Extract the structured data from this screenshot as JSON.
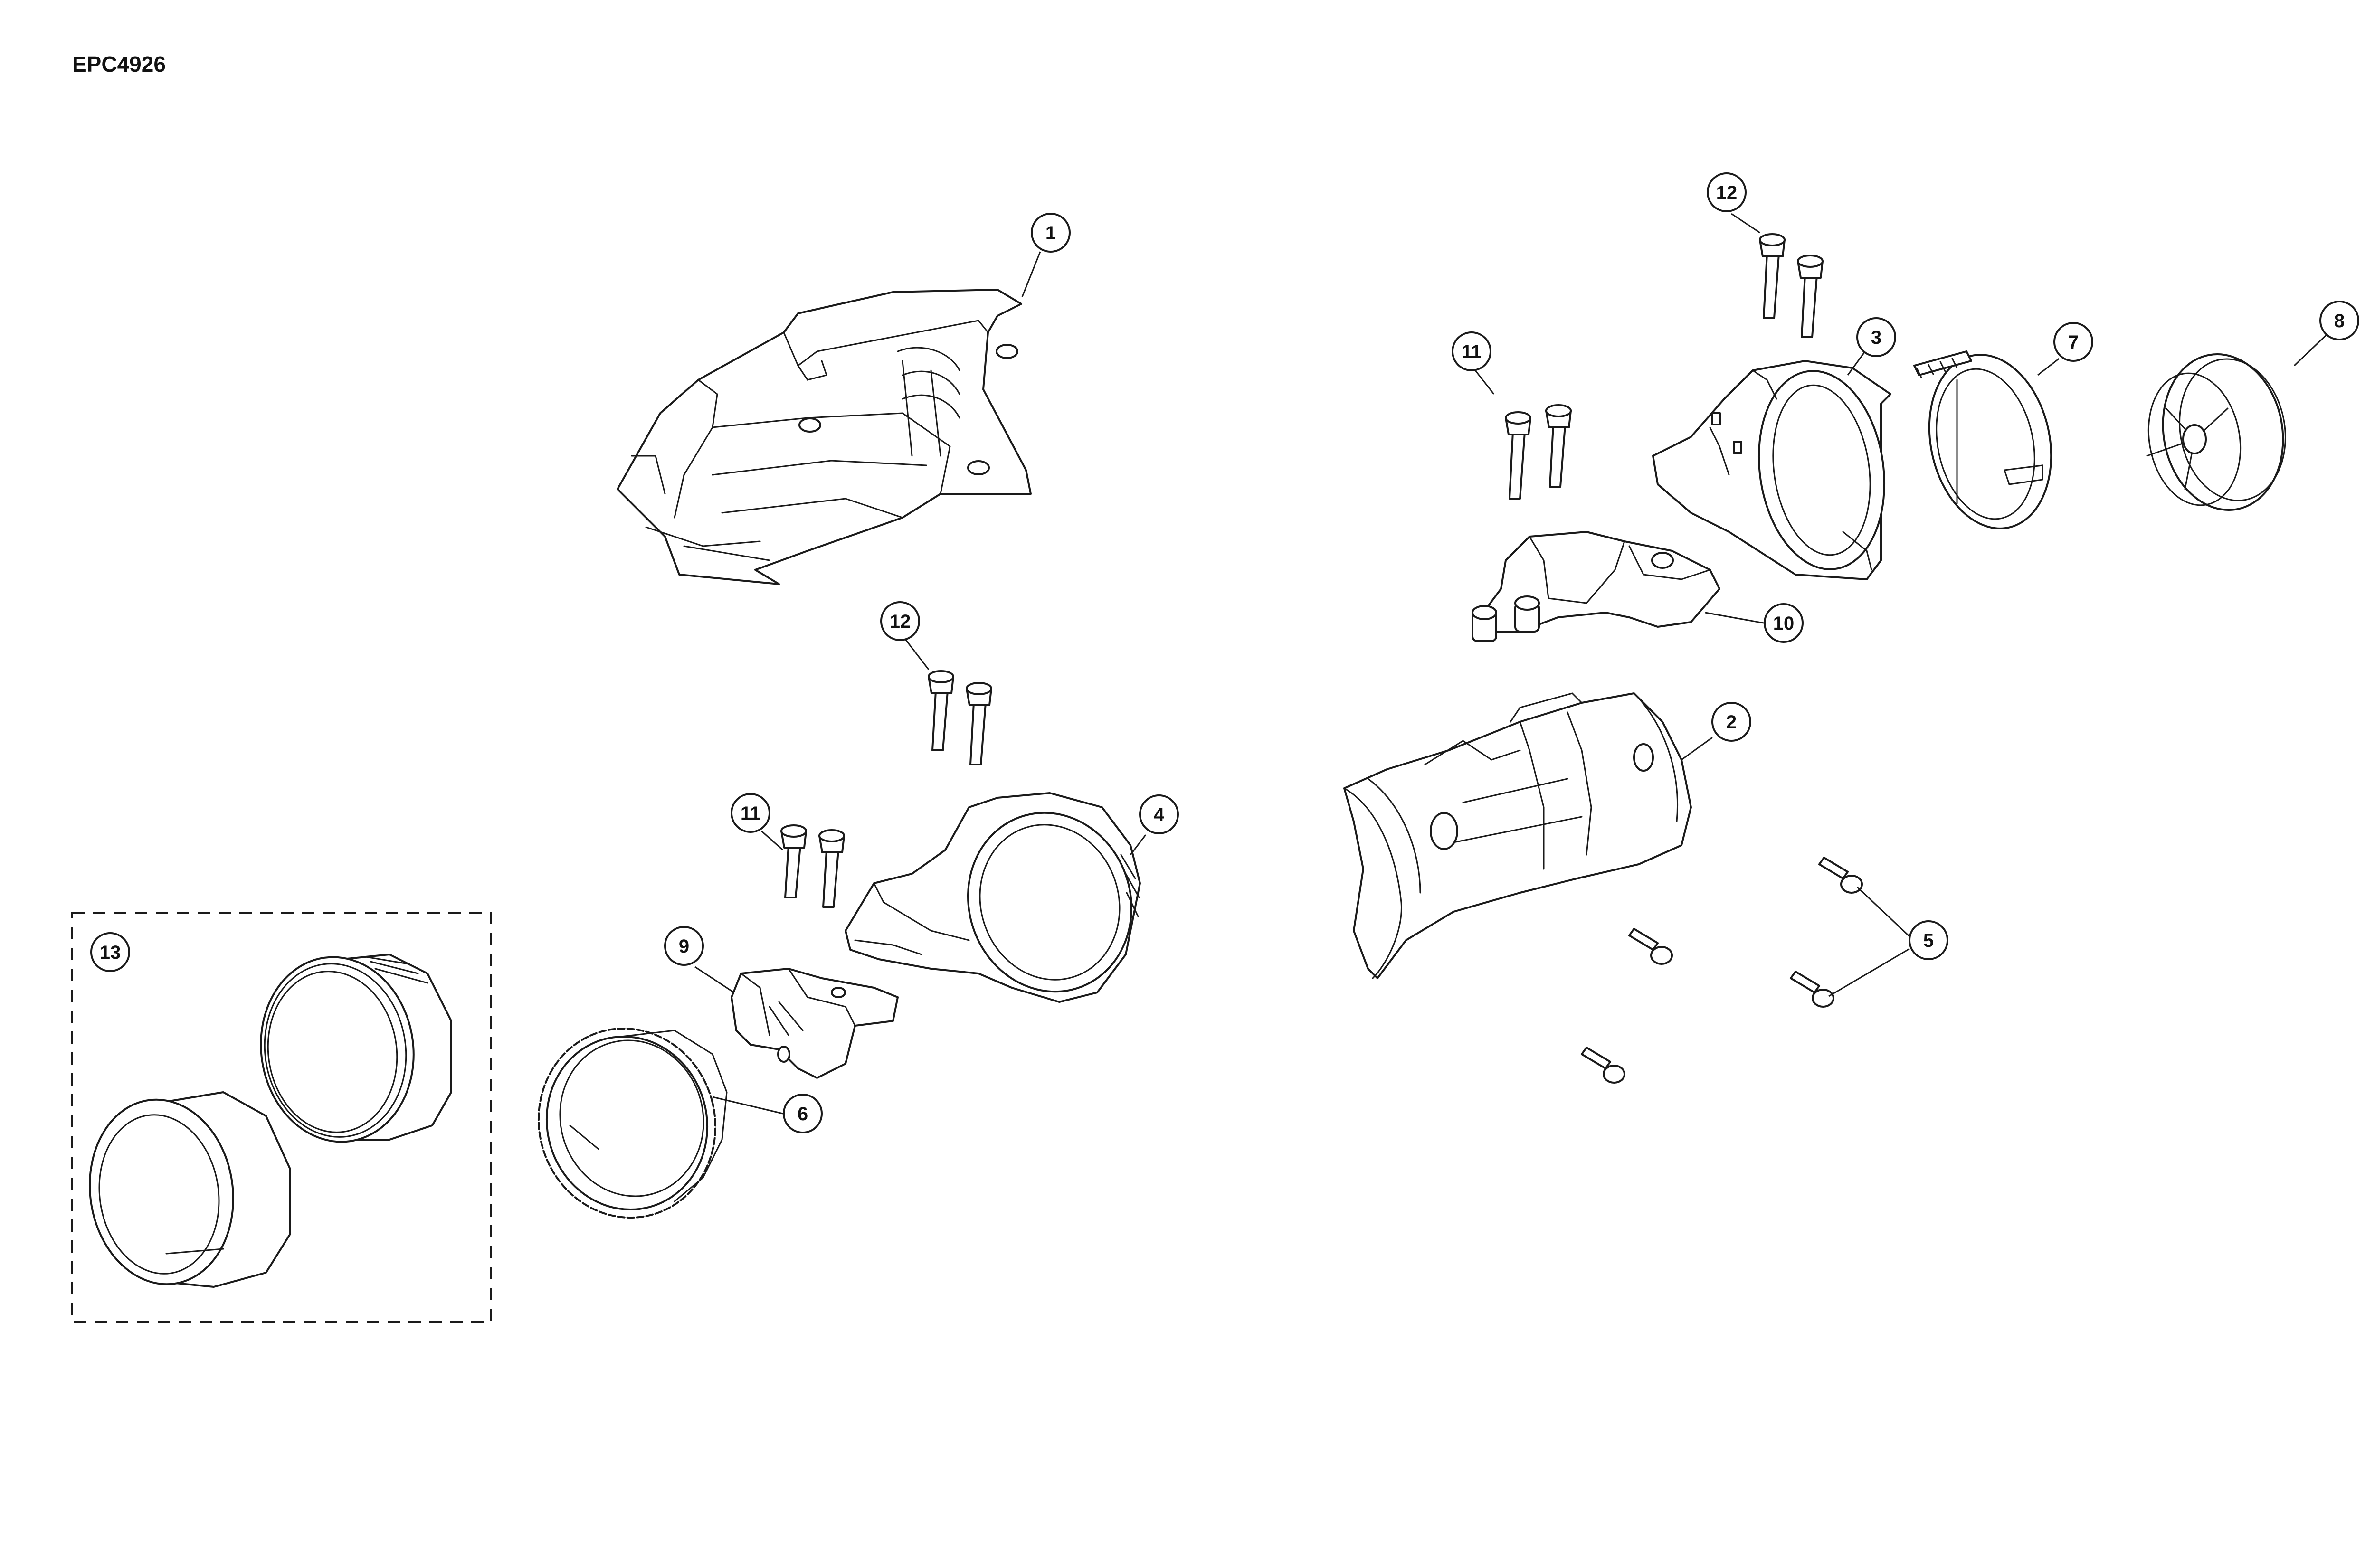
{
  "diagram": {
    "reference_code": "EPC4926",
    "callouts": [
      {
        "id": "c1",
        "label": "1"
      },
      {
        "id": "c2",
        "label": "2"
      },
      {
        "id": "c3",
        "label": "3"
      },
      {
        "id": "c4",
        "label": "4"
      },
      {
        "id": "c5",
        "label": "5"
      },
      {
        "id": "c6",
        "label": "6"
      },
      {
        "id": "c7",
        "label": "7"
      },
      {
        "id": "c8",
        "label": "8"
      },
      {
        "id": "c9",
        "label": "9"
      },
      {
        "id": "c10",
        "label": "10"
      },
      {
        "id": "c11a",
        "label": "11"
      },
      {
        "id": "c11b",
        "label": "11"
      },
      {
        "id": "c12a",
        "label": "12"
      },
      {
        "id": "c12b",
        "label": "12"
      },
      {
        "id": "c13",
        "label": "13"
      }
    ]
  },
  "colors": {
    "line": "#1a1a1a",
    "background": "#ffffff"
  }
}
